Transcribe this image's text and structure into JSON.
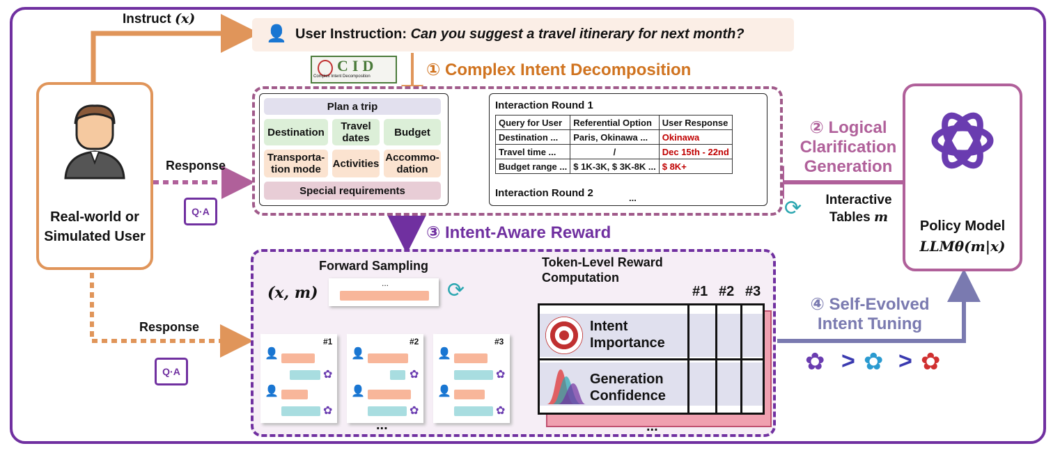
{
  "user": {
    "label_line1": "Real-world or",
    "label_line2": "Simulated User"
  },
  "instruct_label": "Instruct",
  "instruct_var": "(x)",
  "instruction": {
    "prefix": "User Instruction: ",
    "text": "Can you suggest a travel itinerary for next month?"
  },
  "cid_logo": {
    "letters": "CID",
    "caption": "Complex Intent Decomposition"
  },
  "step1": "① Complex Intent Decomposition",
  "step2": {
    "line1": "② Logical",
    "line2": "Clarification",
    "line3": "Generation"
  },
  "step3": "③ Intent-Aware Reward",
  "step4": {
    "line1": "④ Self-Evolved",
    "line2": "Intent Tuning"
  },
  "response_top": "Response",
  "response_bottom": "Response",
  "qa_badge": "Q·A",
  "plan": {
    "title": "Plan a trip",
    "chips": [
      "Destination",
      "Travel dates",
      "Budget",
      "Transporta-tion mode",
      "Activities",
      "Accommo-dation"
    ],
    "footer": "Special requirements"
  },
  "interaction": {
    "round1": "Interaction Round 1",
    "round2": "Interaction Round 2",
    "ellipsis": "...",
    "headers": [
      "Query for User",
      "Referential Option",
      "User Response"
    ],
    "rows": [
      [
        "Destination ...",
        "Paris, Okinawa ...",
        "Okinawa"
      ],
      [
        "Travel time ...",
        "/",
        "Dec 15th - 22nd"
      ],
      [
        "Budget range ...",
        "$ 1K-3K, $ 3K-8K ...",
        "$ 8K+"
      ]
    ]
  },
  "interactive_tables": {
    "line1": "Interactive",
    "line2": "Tables",
    "var": "m"
  },
  "policy": {
    "title": "Policy Model",
    "formula": "LLMθ(m|x)"
  },
  "forward_sampling": {
    "title": "Forward Sampling",
    "input": "(x, m)",
    "dots": "...",
    "samples": [
      "#1",
      "#2",
      "#3"
    ],
    "more": "..."
  },
  "reward": {
    "title_line1": "Token-Level Reward",
    "title_line2": "Computation",
    "columns": [
      "#1",
      "#2",
      "#3"
    ],
    "rows": [
      {
        "line1": "Intent",
        "line2": "Importance"
      },
      {
        "line1": "Generation",
        "line2": "Confidence"
      }
    ],
    "more": "..."
  },
  "evolution": {
    "arrow": ">"
  },
  "colors": {
    "frame": "#7030a0",
    "user": "#e0955a",
    "policy": "#b0609a",
    "step1": "#d0731f",
    "step2": "#b0609a",
    "step3": "#7030a0",
    "step4": "#7a7ab0",
    "highlight": "#c00000"
  }
}
